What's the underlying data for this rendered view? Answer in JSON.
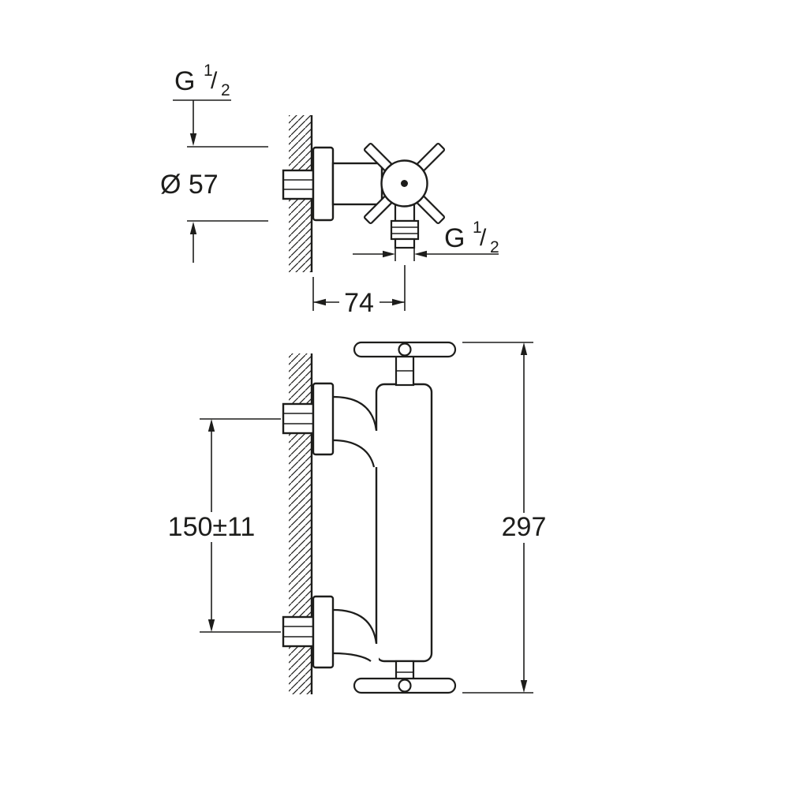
{
  "meta": {
    "background_color": "#ffffff",
    "line_color": "#1d1d1b",
    "drawing_type": "dimension drawing, wall-mounted shower mixer, two views"
  },
  "top_view": {
    "wall_thread": {
      "letter": "G",
      "numerator": "1",
      "slash": "/",
      "denominator": "2"
    },
    "escutcheon_diameter": "Ø 57",
    "projection": "74",
    "outlet_thread": {
      "letter": "G",
      "numerator": "1",
      "slash": "/",
      "denominator": "2"
    }
  },
  "front_view": {
    "inlet_center_distance": "150±11",
    "overall_height": "297"
  }
}
